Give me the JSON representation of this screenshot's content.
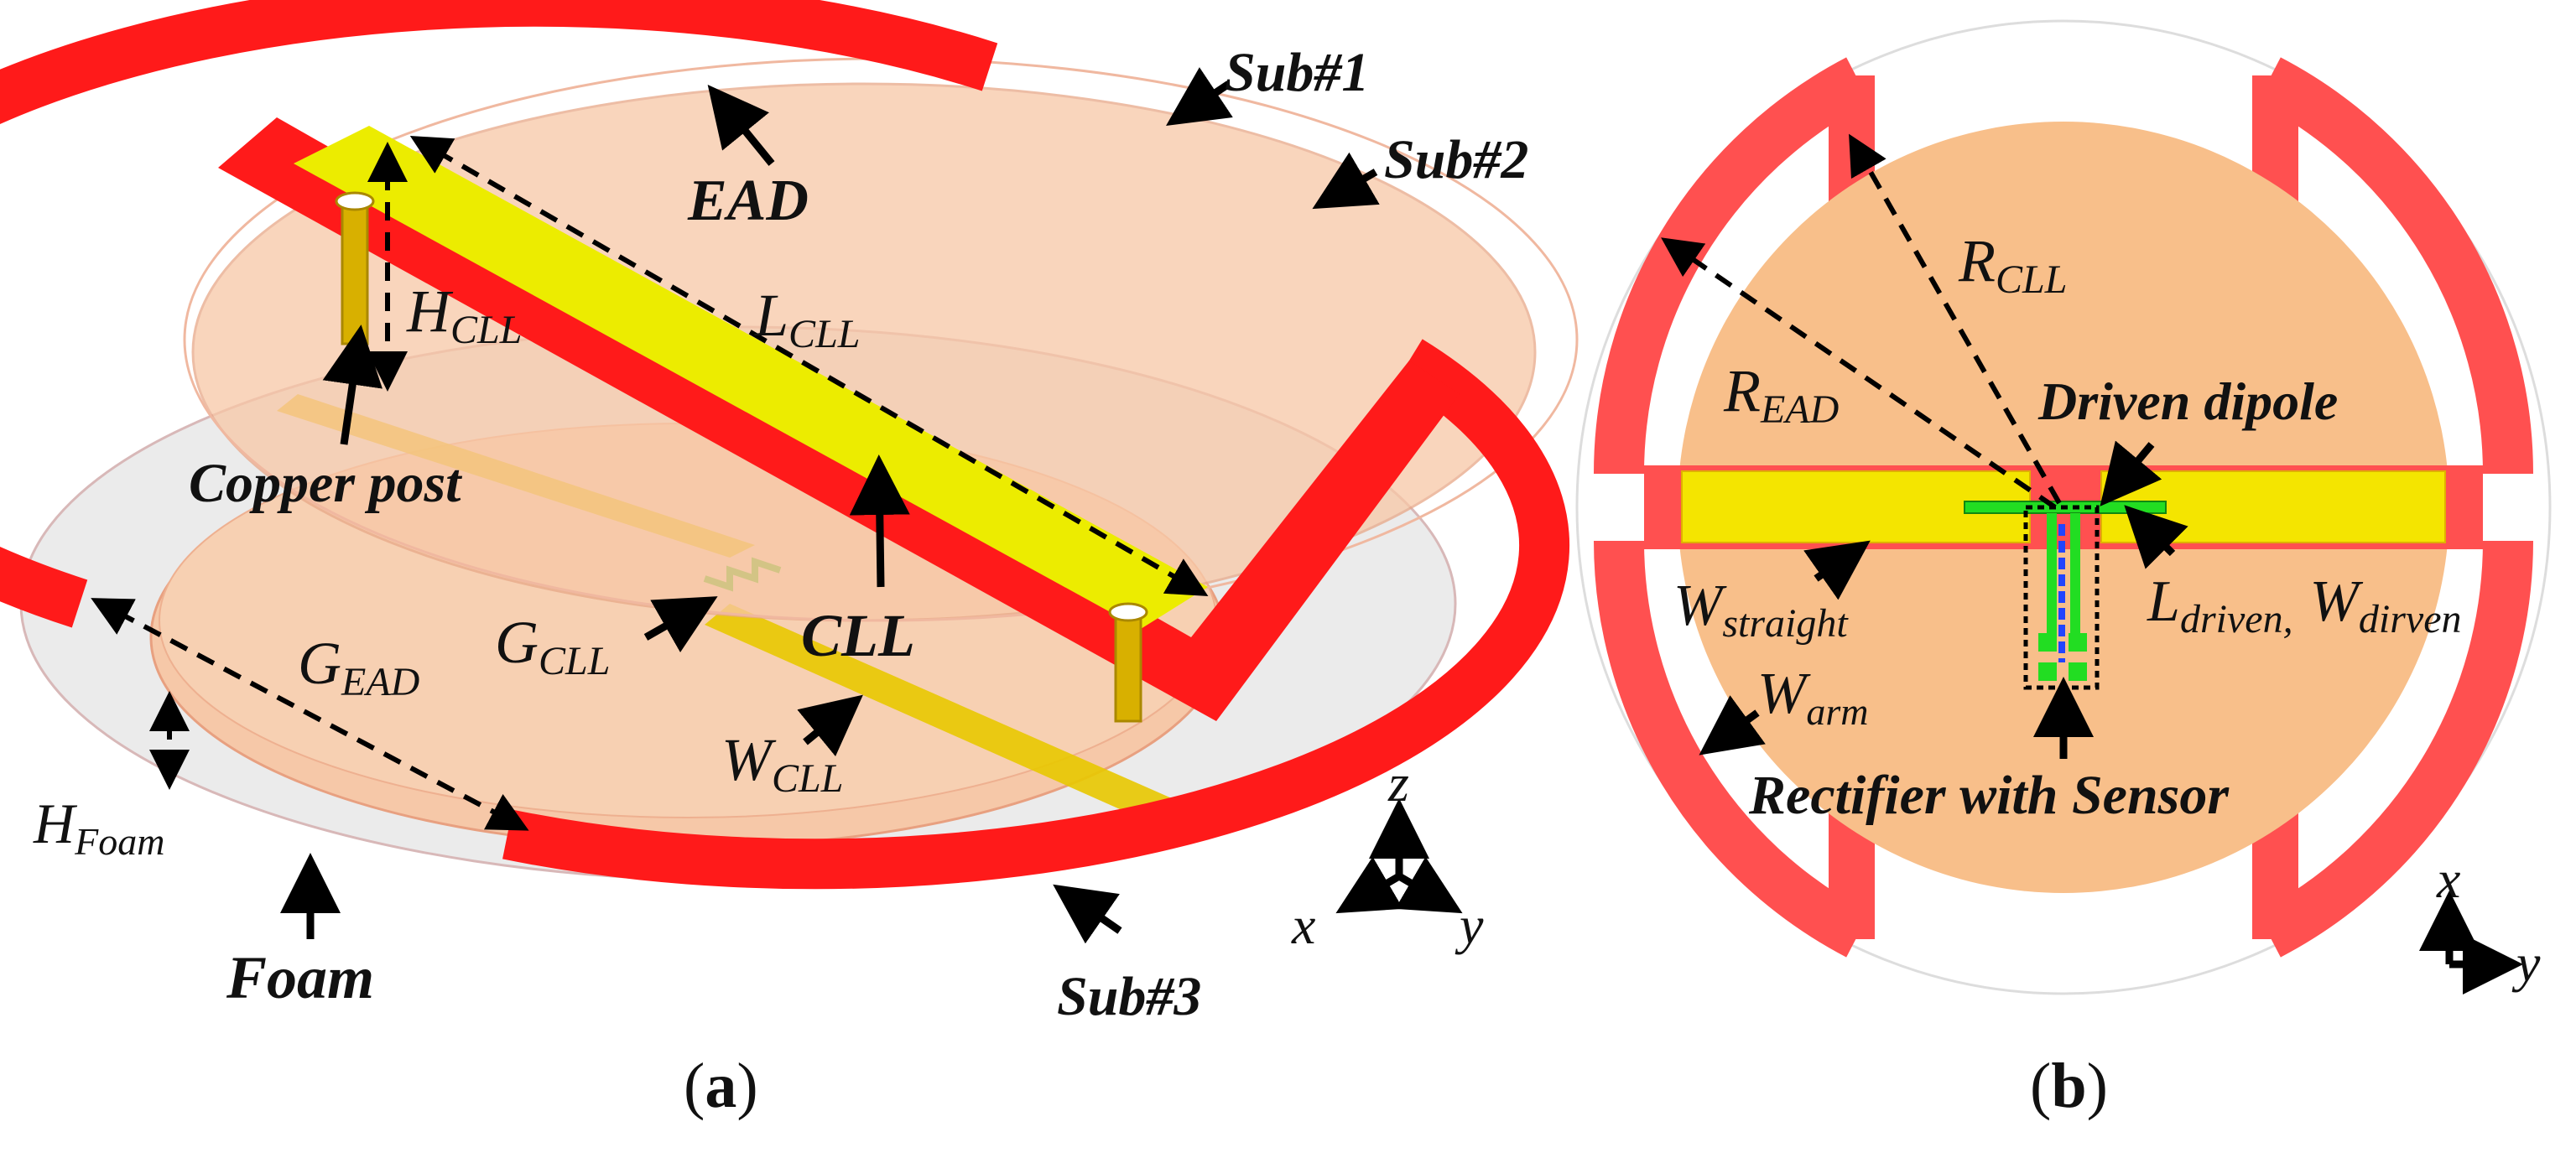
{
  "panel_a": {
    "caption_open": "(",
    "caption_letter": "a",
    "caption_close": ")",
    "labels": {
      "ead": "EAD",
      "sub1": "Sub#1",
      "sub2": "Sub#2",
      "sub3": "Sub#3",
      "h": "H",
      "cll_sub": "CLL",
      "l": "L",
      "copper_post": "Copper post",
      "cll": "CLL",
      "g": "G",
      "g_ead_sub": "EAD",
      "w": "W",
      "foam_sub": "Foam",
      "foam": "Foam"
    },
    "axes": {
      "x": "x",
      "y": "y",
      "z": "z"
    }
  },
  "panel_b": {
    "caption_open": "(",
    "caption_letter": "b",
    "caption_close": ")",
    "labels": {
      "r": "R",
      "cll_sub": "CLL",
      "ead_sub": "EAD",
      "driven_dipole": "Driven dipole",
      "w": "W",
      "straight_sub": "straight",
      "l": "L",
      "driven_sub": "driven,",
      "dirven_sub": "dirven",
      "arm_sub": "arm",
      "rectifier": "Rectifier with Sensor"
    },
    "axes": {
      "x": "x",
      "y": "y"
    }
  },
  "colors": {
    "ring": "#ff1a1a",
    "ring_b": "#ff5050",
    "substrate": "#f9c7a0",
    "substrate_b": "#f8bf8a",
    "cll_strip": "#ecec00",
    "foam": "#ebebeb",
    "driven": "#22dd22",
    "rectifier_blue": "#2244ff"
  }
}
